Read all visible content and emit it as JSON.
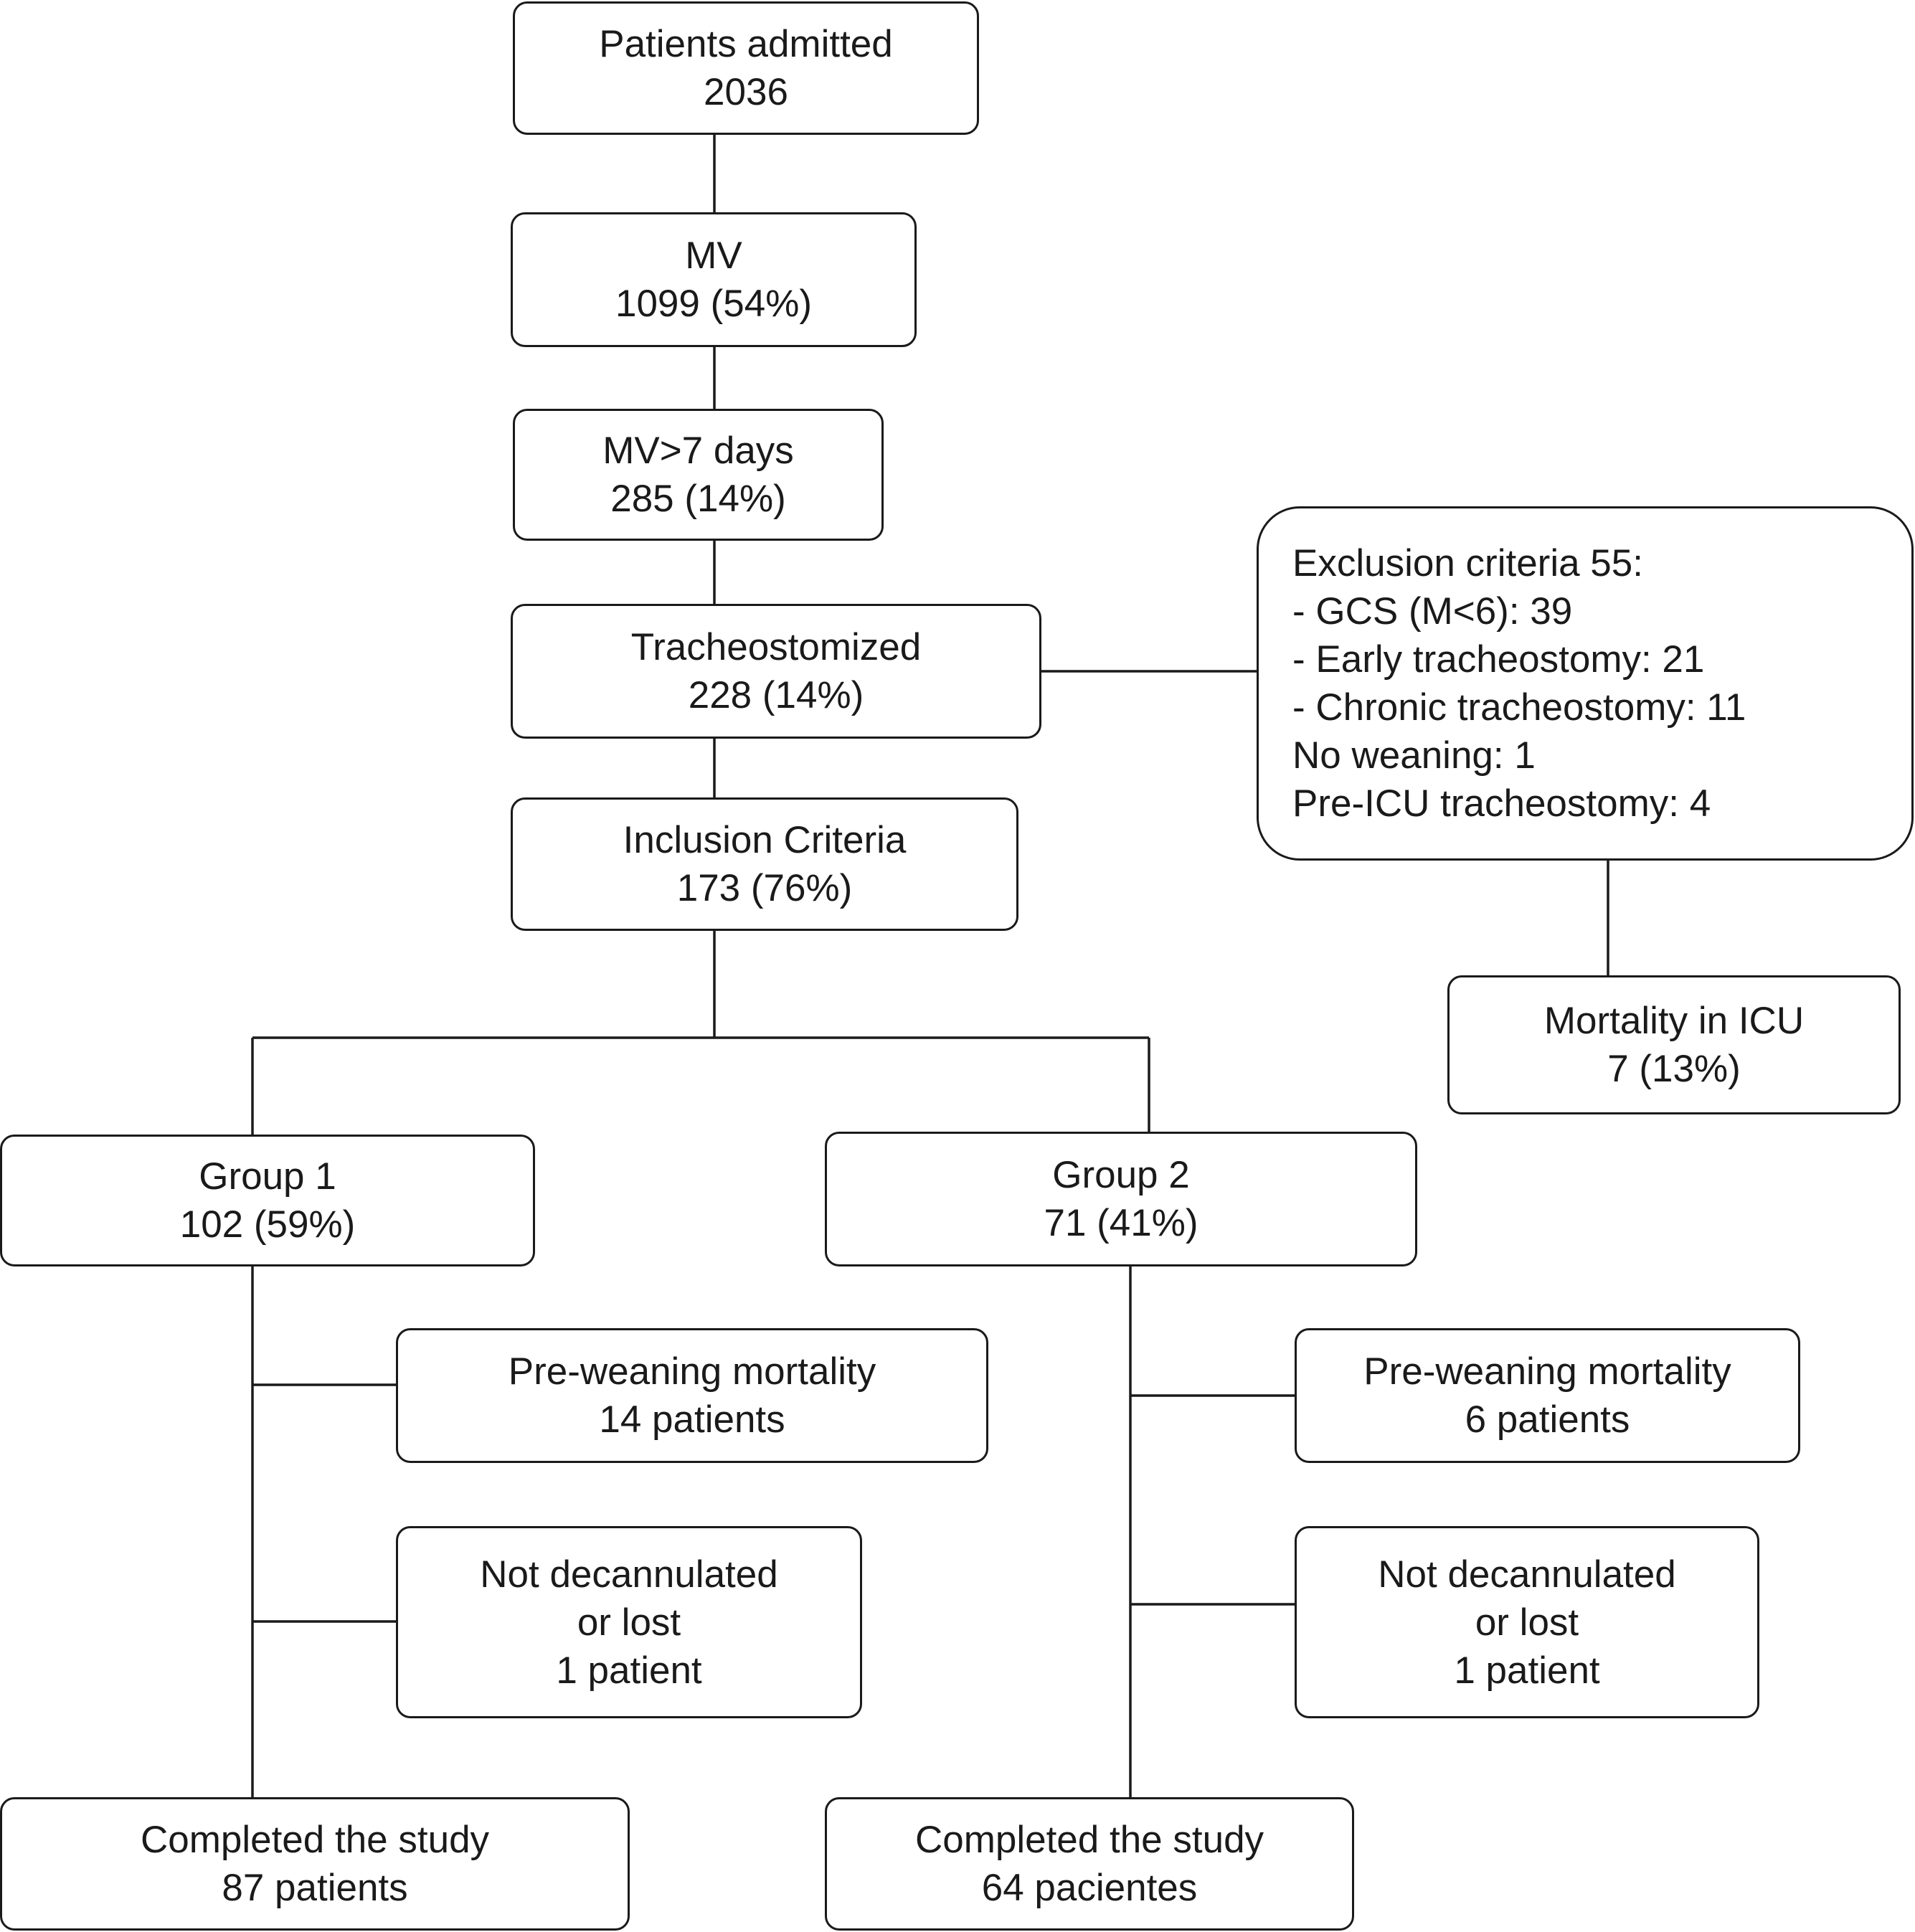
{
  "boxes": {
    "admitted": {
      "title": "Patients admitted",
      "value": "2036"
    },
    "mv": {
      "title": "MV",
      "value": "1099 (54%)"
    },
    "mv7": {
      "title": "MV>7 days",
      "value": "285 (14%)"
    },
    "tracheo": {
      "title": "Tracheostomized",
      "value": "228 (14%)"
    },
    "inclusion": {
      "title": "Inclusion Criteria",
      "value": "173 (76%)"
    },
    "exclusion": {
      "lines": [
        "Exclusion criteria 55:",
        "- GCS (M<6): 39",
        "- Early tracheostomy: 21",
        "- Chronic tracheostomy: 11",
        "No weaning: 1",
        "Pre-ICU tracheostomy: 4"
      ]
    },
    "mortality_icu": {
      "title": "Mortality in ICU",
      "value": "7 (13%)"
    },
    "group1": {
      "title": "Group 1",
      "value": "102 (59%)"
    },
    "group2": {
      "title": "Group 2",
      "value": "71 (41%)"
    },
    "g1_preweaning": {
      "title": "Pre-weaning mortality",
      "value": "14 patients"
    },
    "g2_preweaning": {
      "title": "Pre-weaning mortality",
      "value": "6 patients"
    },
    "g1_notdecann": {
      "line1": "Not decannulated",
      "line2": "or lost",
      "line3": "1 patient"
    },
    "g2_notdecann": {
      "line1": "Not decannulated",
      "line2": "or lost",
      "line3": "1 patient"
    },
    "g1_completed": {
      "title": "Completed the study",
      "value": "87 patients"
    },
    "g2_completed": {
      "title": "Completed the study",
      "value": "64 pacientes"
    }
  }
}
